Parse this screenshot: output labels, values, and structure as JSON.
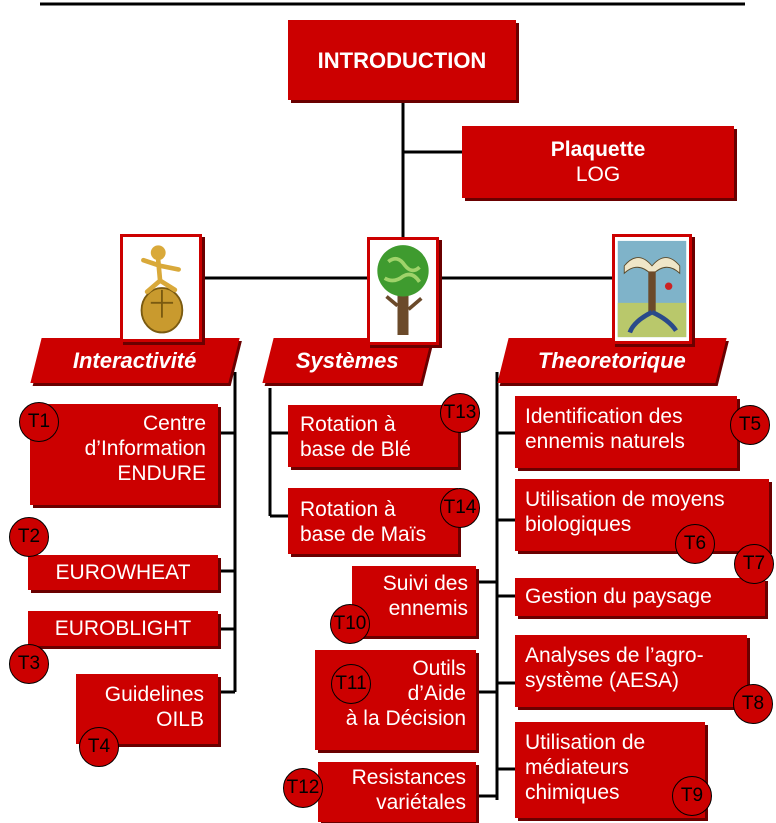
{
  "root": {
    "title": "INTRODUCTION"
  },
  "plaquette": {
    "title": "Plaquette",
    "subtitle": "LOG"
  },
  "columns": [
    {
      "label": "Interactivité",
      "image": "golden-figure-on-mouse-icon"
    },
    {
      "label": "Systèmes",
      "image": "globe-tree-icon"
    },
    {
      "label": "Theoretorique",
      "image": "book-tree-icon"
    }
  ],
  "interactivite": {
    "items": [
      {
        "lines": [
          "Centre",
          "d’Information",
          "ENDURE"
        ],
        "badge": "T1"
      },
      {
        "lines": [
          "EUROWHEAT"
        ],
        "badge": "T2"
      },
      {
        "lines": [
          "EUROBLIGHT"
        ],
        "badge": "T3"
      },
      {
        "lines": [
          "Guidelines",
          "OILB"
        ],
        "badge": "T4"
      }
    ]
  },
  "systemes": {
    "items": [
      {
        "lines": [
          "Rotation à",
          "base de Blé"
        ],
        "badge": "T13"
      },
      {
        "lines": [
          "Rotation à",
          "base de Maïs"
        ],
        "badge": "T14"
      },
      {
        "lines": [
          "Suivi des",
          "ennemis"
        ],
        "badge": "T10"
      },
      {
        "lines": [
          "Outils",
          "d’Aide",
          "à la Décision"
        ],
        "badge": "T11"
      },
      {
        "lines": [
          "Resistances",
          "variétales"
        ],
        "badge": "T12"
      }
    ]
  },
  "theoretorique": {
    "items": [
      {
        "lines": [
          "Identification des",
          "ennemis naturels"
        ],
        "badge": "T5"
      },
      {
        "lines": [
          "Utilisation de moyens",
          "biologiques"
        ],
        "badge": "T6"
      },
      {
        "lines": [
          "Gestion du paysage"
        ],
        "badge": "T7"
      },
      {
        "lines": [
          "Analyses de l’agro-",
          "système  (AESA)"
        ],
        "badge": "T8"
      },
      {
        "lines": [
          "Utilisation de",
          "médiateurs",
          "chimiques"
        ],
        "badge": "T9"
      }
    ]
  },
  "colors": {
    "box": "#cc0000",
    "shadow": "#6a0000",
    "text": "#ffffff",
    "line": "#000000"
  }
}
